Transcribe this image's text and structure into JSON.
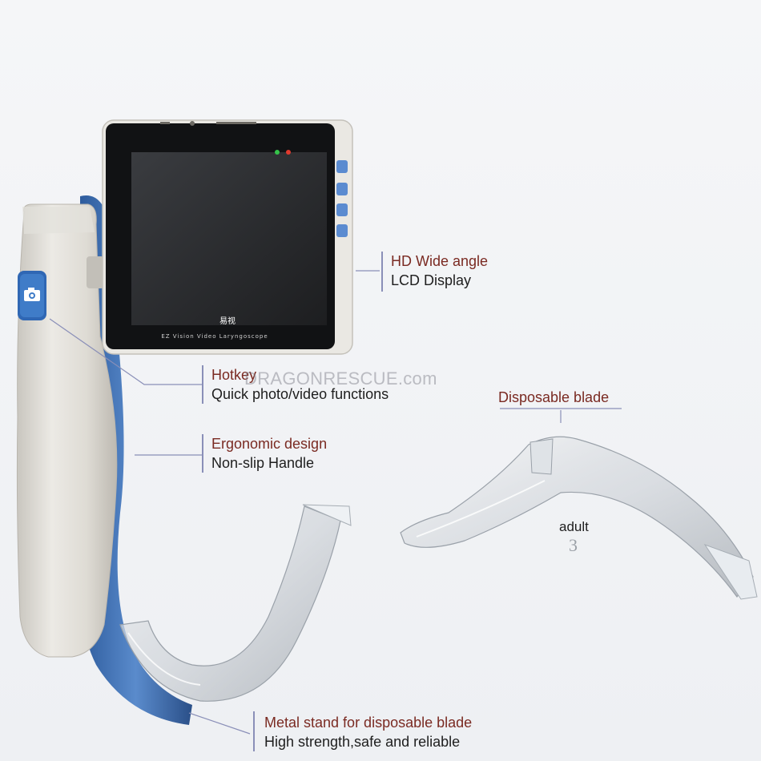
{
  "device": {
    "screen_brand": "易视",
    "screen_caption": "EZ Vision Video Laryngoscope"
  },
  "callouts": {
    "lcd": {
      "title": "HD Wide angle",
      "sub": "LCD Display"
    },
    "hotkey": {
      "title": "Hotkey",
      "sub": "Quick photo/video functions"
    },
    "ergonomic": {
      "title": "Ergonomic design",
      "sub": "Non-slip Handle"
    },
    "blade": {
      "title": "Disposable blade"
    },
    "metal": {
      "title": "Metal stand for disposable blade",
      "sub": "High strength,safe and reliable"
    }
  },
  "blade_size": {
    "word": "adult",
    "number": "3"
  },
  "watermark": "DRAGONRESCUE.com",
  "icons": {
    "hotkey_button": "camera-icon"
  },
  "colors": {
    "accent_blue": "#3d6fb3",
    "title_red": "#7a2a22",
    "leader_line": "#8a8fb8",
    "handle": "#d9d6cf"
  }
}
